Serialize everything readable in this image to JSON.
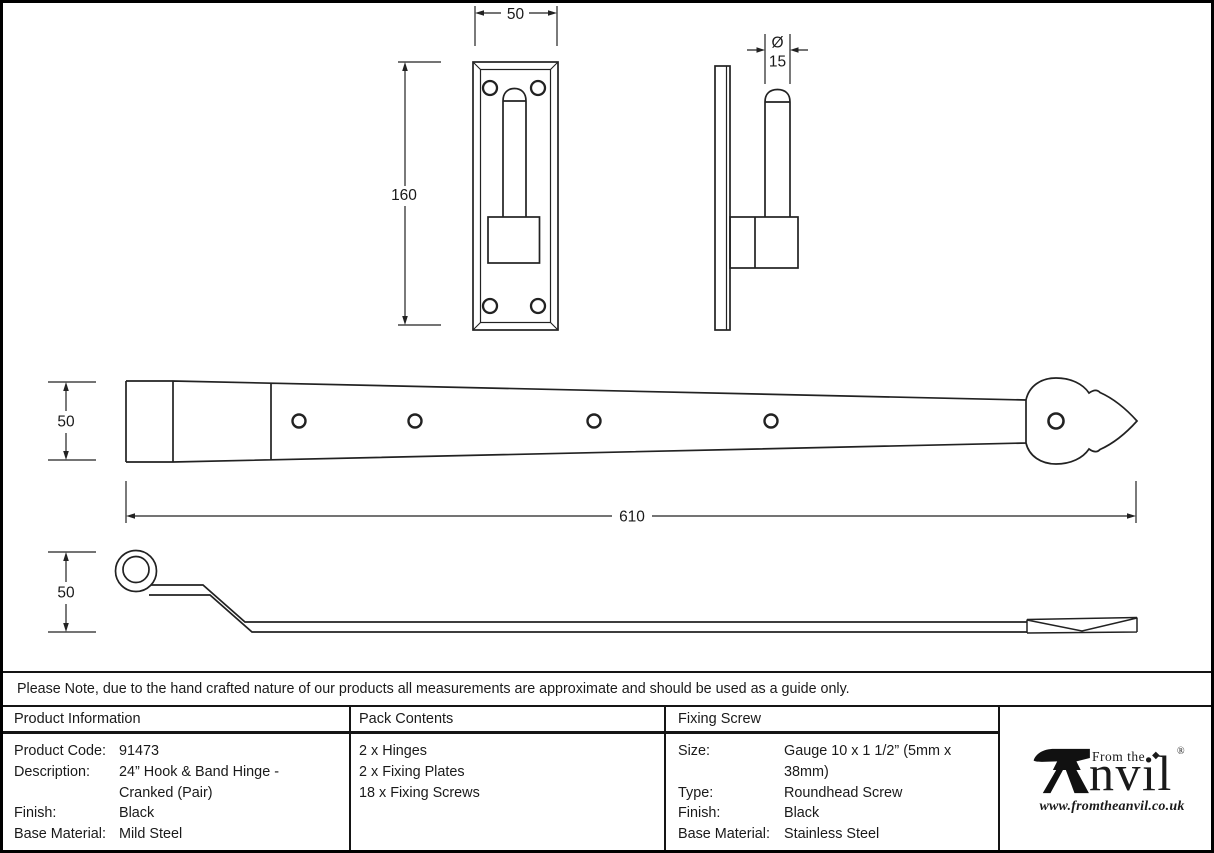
{
  "note": "Please Note, due to the hand crafted nature of our products all measurements are approximate and should be used as a guide only.",
  "drawings": {
    "plate_front_view": {
      "width_dim": "50",
      "height_dim": "160"
    },
    "plate_side_view": {
      "diameter_symbol": "Ø",
      "diameter_dim": "15"
    },
    "band_front_view": {
      "height_dim": "50",
      "length_dim": "610"
    },
    "band_side_view": {
      "height_dim": "50"
    }
  },
  "table": {
    "product_information": {
      "header": "Product Information",
      "rows": [
        {
          "label": "Product Code:",
          "value": "91473"
        },
        {
          "label": "Description:",
          "value": "24” Hook & Band Hinge -\nCranked (Pair)"
        },
        {
          "label": "Finish:",
          "value": "Black"
        },
        {
          "label": "Base Material:",
          "value": "Mild Steel"
        }
      ]
    },
    "pack_contents": {
      "header": "Pack Contents",
      "items": [
        "2 x Hinges",
        "2 x Fixing Plates",
        "18 x Fixing Screws"
      ]
    },
    "fixing_screw": {
      "header": "Fixing Screw",
      "rows": [
        {
          "label": "Size:",
          "value": "Gauge 10 x 1 1/2” (5mm x 38mm)"
        },
        {
          "label": "Type:",
          "value": "Roundhead Screw"
        },
        {
          "label": "Finish:",
          "value": "Black"
        },
        {
          "label": "Base Material:",
          "value": "Stainless Steel"
        }
      ]
    }
  },
  "logo": {
    "tagline": "From the",
    "brand": "Anvil",
    "brand_rest": "nvil",
    "registered_mark": "®",
    "tittle_glyph": "◆",
    "website": "www.fromtheanvil.co.uk"
  },
  "colors": {
    "ink": "#1a1a1a",
    "paper": "#ffffff"
  }
}
